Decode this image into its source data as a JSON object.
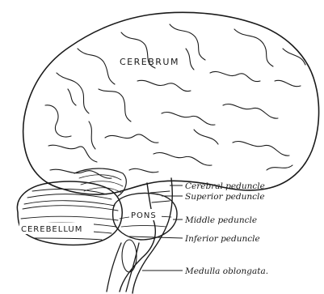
{
  "diagram": {
    "labels": {
      "cerebrum": "CEREBRUM",
      "cerebellum": "CEREBELLUM",
      "pons": "PONS",
      "cerebral_peduncle": "Cerebral peduncle",
      "superior_peduncle": "Superior peduncle",
      "middle_peduncle": "Middle peduncle",
      "inferior_peduncle": "Inferior peduncle",
      "medulla_oblongata": "Medulla oblongata."
    },
    "colors": {
      "ink": "#1a1a1a",
      "background": "#ffffff"
    }
  }
}
